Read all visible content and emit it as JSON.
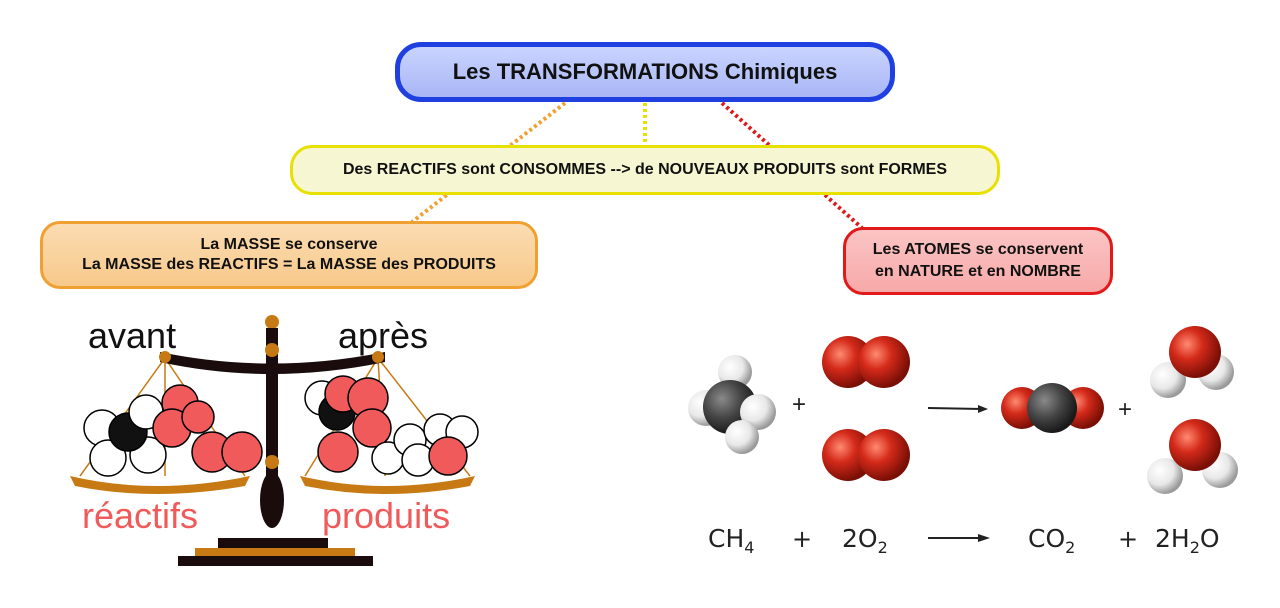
{
  "concept_map": {
    "root": "Les TRANSFORMATIONS Chimiques",
    "middle": "Des REACTIFS sont CONSOMMES --> de NOUVEAUX PRODUITS sont FORMES",
    "left_line1": "La MASSE se conserve",
    "left_line2": "La MASSE des REACTIFS = La MASSE des PRODUITS",
    "right_line1": "Les ATOMES se conservent",
    "right_line2": "en NATURE et en NOMBRE"
  },
  "balance": {
    "before": "avant",
    "after": "après",
    "reactants": "réactifs",
    "products": "produits"
  },
  "equation": {
    "ch4": "CH",
    "ch4_sub": "4",
    "plus1": "+",
    "o2_coef": "2O",
    "o2_sub": "2",
    "co2": "CO",
    "co2_sub": "2",
    "plus2": "+",
    "h2o_a": "2H",
    "h2o_sub": "2",
    "h2o_b": "O",
    "plus_top1": "+",
    "plus_top2": "+"
  },
  "colors": {
    "root_border": "#1f3fe0",
    "middle_border": "#e7e000",
    "left_border": "#f0a030",
    "right_border": "#e01a1a",
    "oxygen": "#d42a1a",
    "carbon": "#444444",
    "hydrogen": "#f2f2f2",
    "balance_red": "#f05a5a"
  }
}
